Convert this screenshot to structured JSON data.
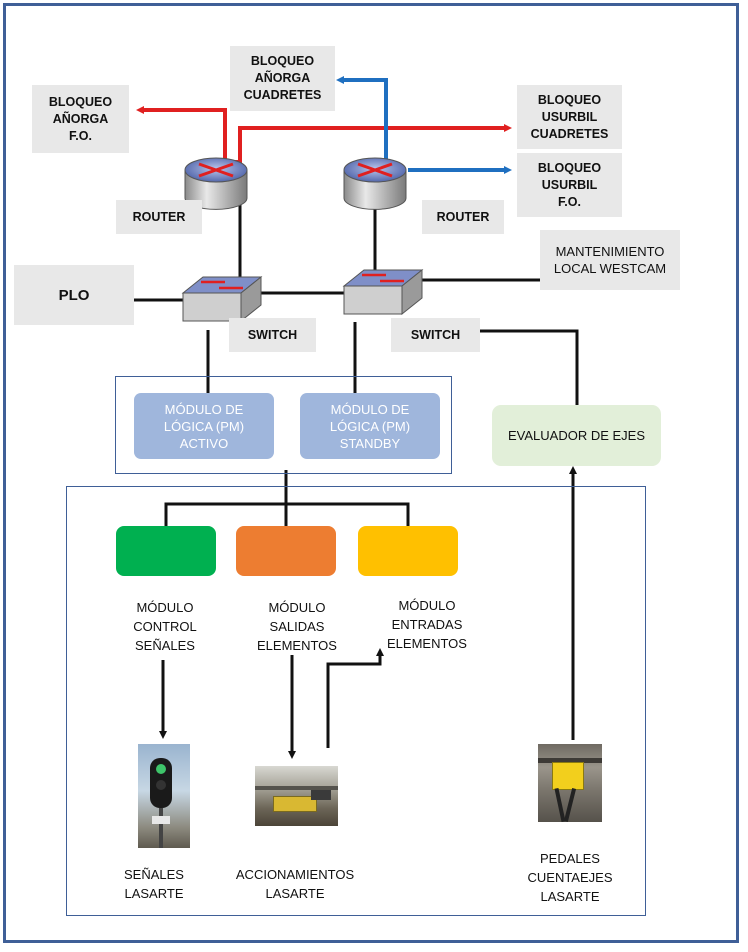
{
  "colors": {
    "border": "#3f5f97",
    "label_bg": "#e8e8e8",
    "pm_module": "#9fb6dc",
    "evaluador_bg": "#e2efd9",
    "module_green": "#00b050",
    "module_orange": "#ed7d31",
    "module_yellow": "#ffc000",
    "link_red": "#e02020",
    "link_blue": "#1f6fc0"
  },
  "labels": {
    "bloqueo_anorga_fo": "BLOQUEO\nAÑORGA\nF.O.",
    "bloqueo_anorga_cuadretes": "BLOQUEO\nAÑORGA\nCUADRETES",
    "bloqueo_usurbil_cuadretes": "BLOQUEO\nUSURBIL\nCUADRETES",
    "bloqueo_usurbil_fo": "BLOQUEO\nUSURBIL\nF.O.",
    "router_left": "ROUTER",
    "router_right": "ROUTER",
    "mantenimiento": "MANTENIMIENTO\nLOCAL WESTCAM",
    "plo": "PLO",
    "switch_left": "SWITCH",
    "switch_right": "SWITCH",
    "pm_activo": "MÓDULO DE\nLÓGICA (PM)\nACTIVO",
    "pm_standby": "MÓDULO DE\nLÓGICA (PM)\nSTANDBY",
    "evaluador": "EVALUADOR DE EJES",
    "modulo_control": "MÓDULO\nCONTROL\nSEÑALES",
    "modulo_salidas": "MÓDULO\nSALIDAS\nELEMENTOS",
    "modulo_entradas": "MÓDULO\nENTRADAS\nELEMENTOS",
    "senales": "SEÑALES\nLASARTE",
    "accionamientos": "ACCIONAMIENTOS\nLASARTE",
    "pedales": "PEDALES\nCUENTAEJES\nLASARTE"
  },
  "icons": {
    "router": "router-icon",
    "switch": "network-switch-icon",
    "signal_photo": "railway-signal-photo",
    "actuator_photo": "point-machine-photo",
    "pedal_photo": "axle-counter-pedal-photo"
  }
}
